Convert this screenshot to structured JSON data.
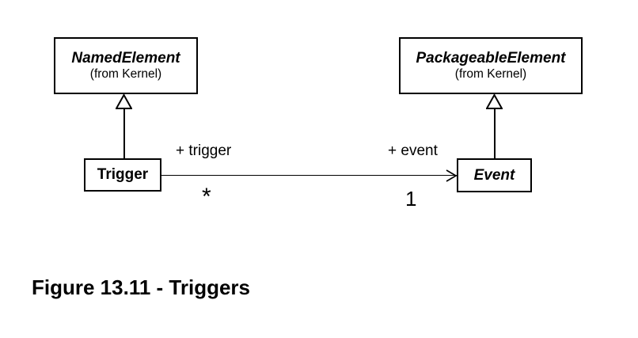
{
  "colors": {
    "ink": "#000000",
    "background": "#ffffff"
  },
  "diagram": {
    "classes": {
      "named_element": {
        "name": "NamedElement",
        "package": "(from Kernel)"
      },
      "packageable_element": {
        "name": "PackageableElement",
        "package": "(from Kernel)"
      },
      "trigger": {
        "name": "Trigger"
      },
      "event": {
        "name": "Event"
      }
    },
    "association": {
      "source_role": "+ trigger",
      "source_multiplicity": "*",
      "target_role": "+ event",
      "target_multiplicity": "1"
    },
    "generalizations": [
      {
        "from": "Trigger",
        "to": "NamedElement"
      },
      {
        "from": "Event",
        "to": "PackageableElement"
      }
    ]
  },
  "caption": "Figure 13.11 - Triggers"
}
